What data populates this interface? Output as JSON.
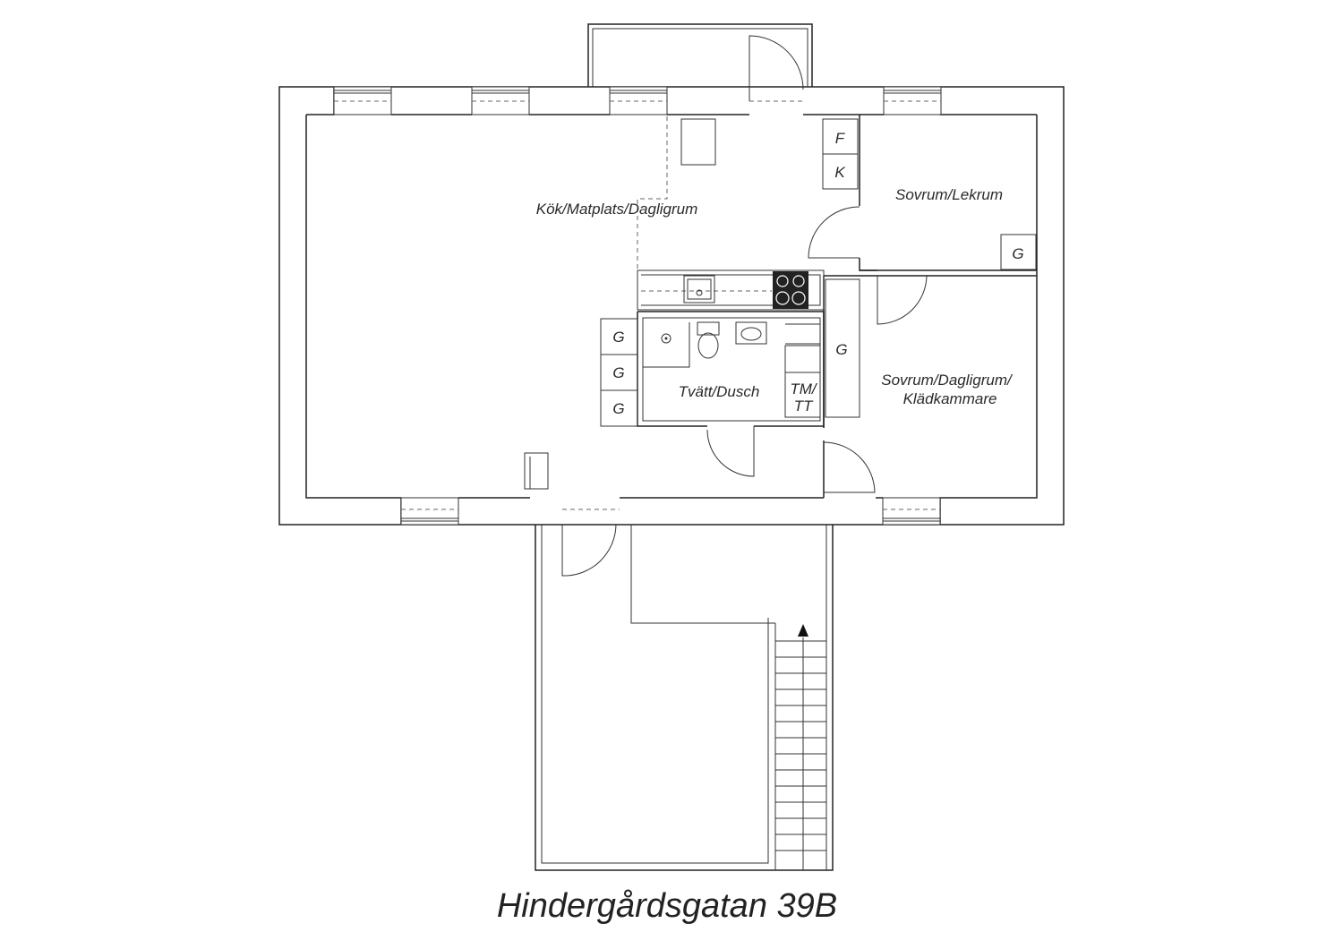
{
  "rooms": {
    "kitchen_living": "Kök/Matplats/Dagligrum",
    "bedroom_play": "Sovrum/Lekrum",
    "bedroom_living_line1": "Sovrum/Dagligrum/",
    "bedroom_living_line2": "Klädkammare",
    "laundry_shower": "Tvätt/Dusch"
  },
  "tags": {
    "fridge": "F",
    "freezer": "K",
    "wardrobe": "G",
    "washer_line1": "TM/",
    "washer_line2": "TT"
  },
  "caption": "Hindergårdsgatan 39B",
  "colors": {
    "line": "#222222",
    "stove": "#222222"
  }
}
